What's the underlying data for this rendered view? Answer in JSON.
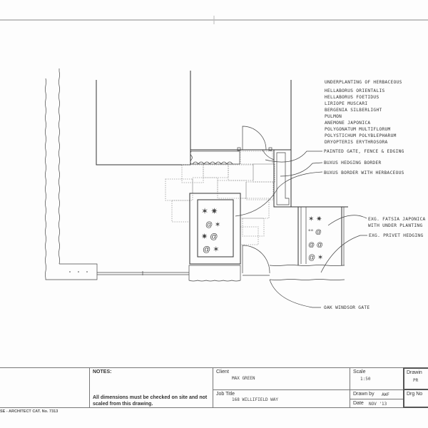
{
  "plan": {
    "plant_list_title": "UNDERPLANTING OF HERBACEOUS",
    "plant_list": [
      "HELLABORUS ORIENTALIS",
      "HELLABORUS FOETIDUS",
      "LIRIOPE MUSCARI",
      "BERGENIA SILBERLIGHT",
      "PULMON",
      "ANEMONE JAPONICA",
      "POLYGONATUM MULTIFLORUM",
      "POLYSTICHUM POLYBLEPHARUM",
      "DRYOPTERIS ERYTHROSORA"
    ],
    "labels": {
      "painted_gate": "PAINTED GATE, FENCE & EDGING",
      "buxus_hedging": "BUXUS HEDGING BORDER",
      "buxus_border": "BUXUS BORDER WITH HERBACEOUS",
      "fatsia_1": "EXG. FATSIA JAPONICA",
      "fatsia_2": "WITH UNDER PLANTING",
      "privet": "EXG. PRIVET HEDGING",
      "oak_gate": "OAK WINDSOR GATE"
    }
  },
  "title_block": {
    "notes_label": "NOTES:",
    "notes_text": "All dimensions must be checked on site and not scaled from this drawing.",
    "client_label": "Client",
    "client_value": "MAX GREEN",
    "job_title_label": "Job Title",
    "job_title_value": "168 WILLIFIELD WAY",
    "scale_label": "Scale",
    "scale_value": "1:50",
    "drawn_by_label": "Drawn by",
    "drawn_by_value": "AWF",
    "date_label": "Date",
    "date_value": "NOV '13",
    "drawing_label": "Drawin",
    "drawing_value": "PR",
    "drg_no_label": "Drg No",
    "catalogue": "SE - ARCHITECT CAT. No. 7313"
  }
}
